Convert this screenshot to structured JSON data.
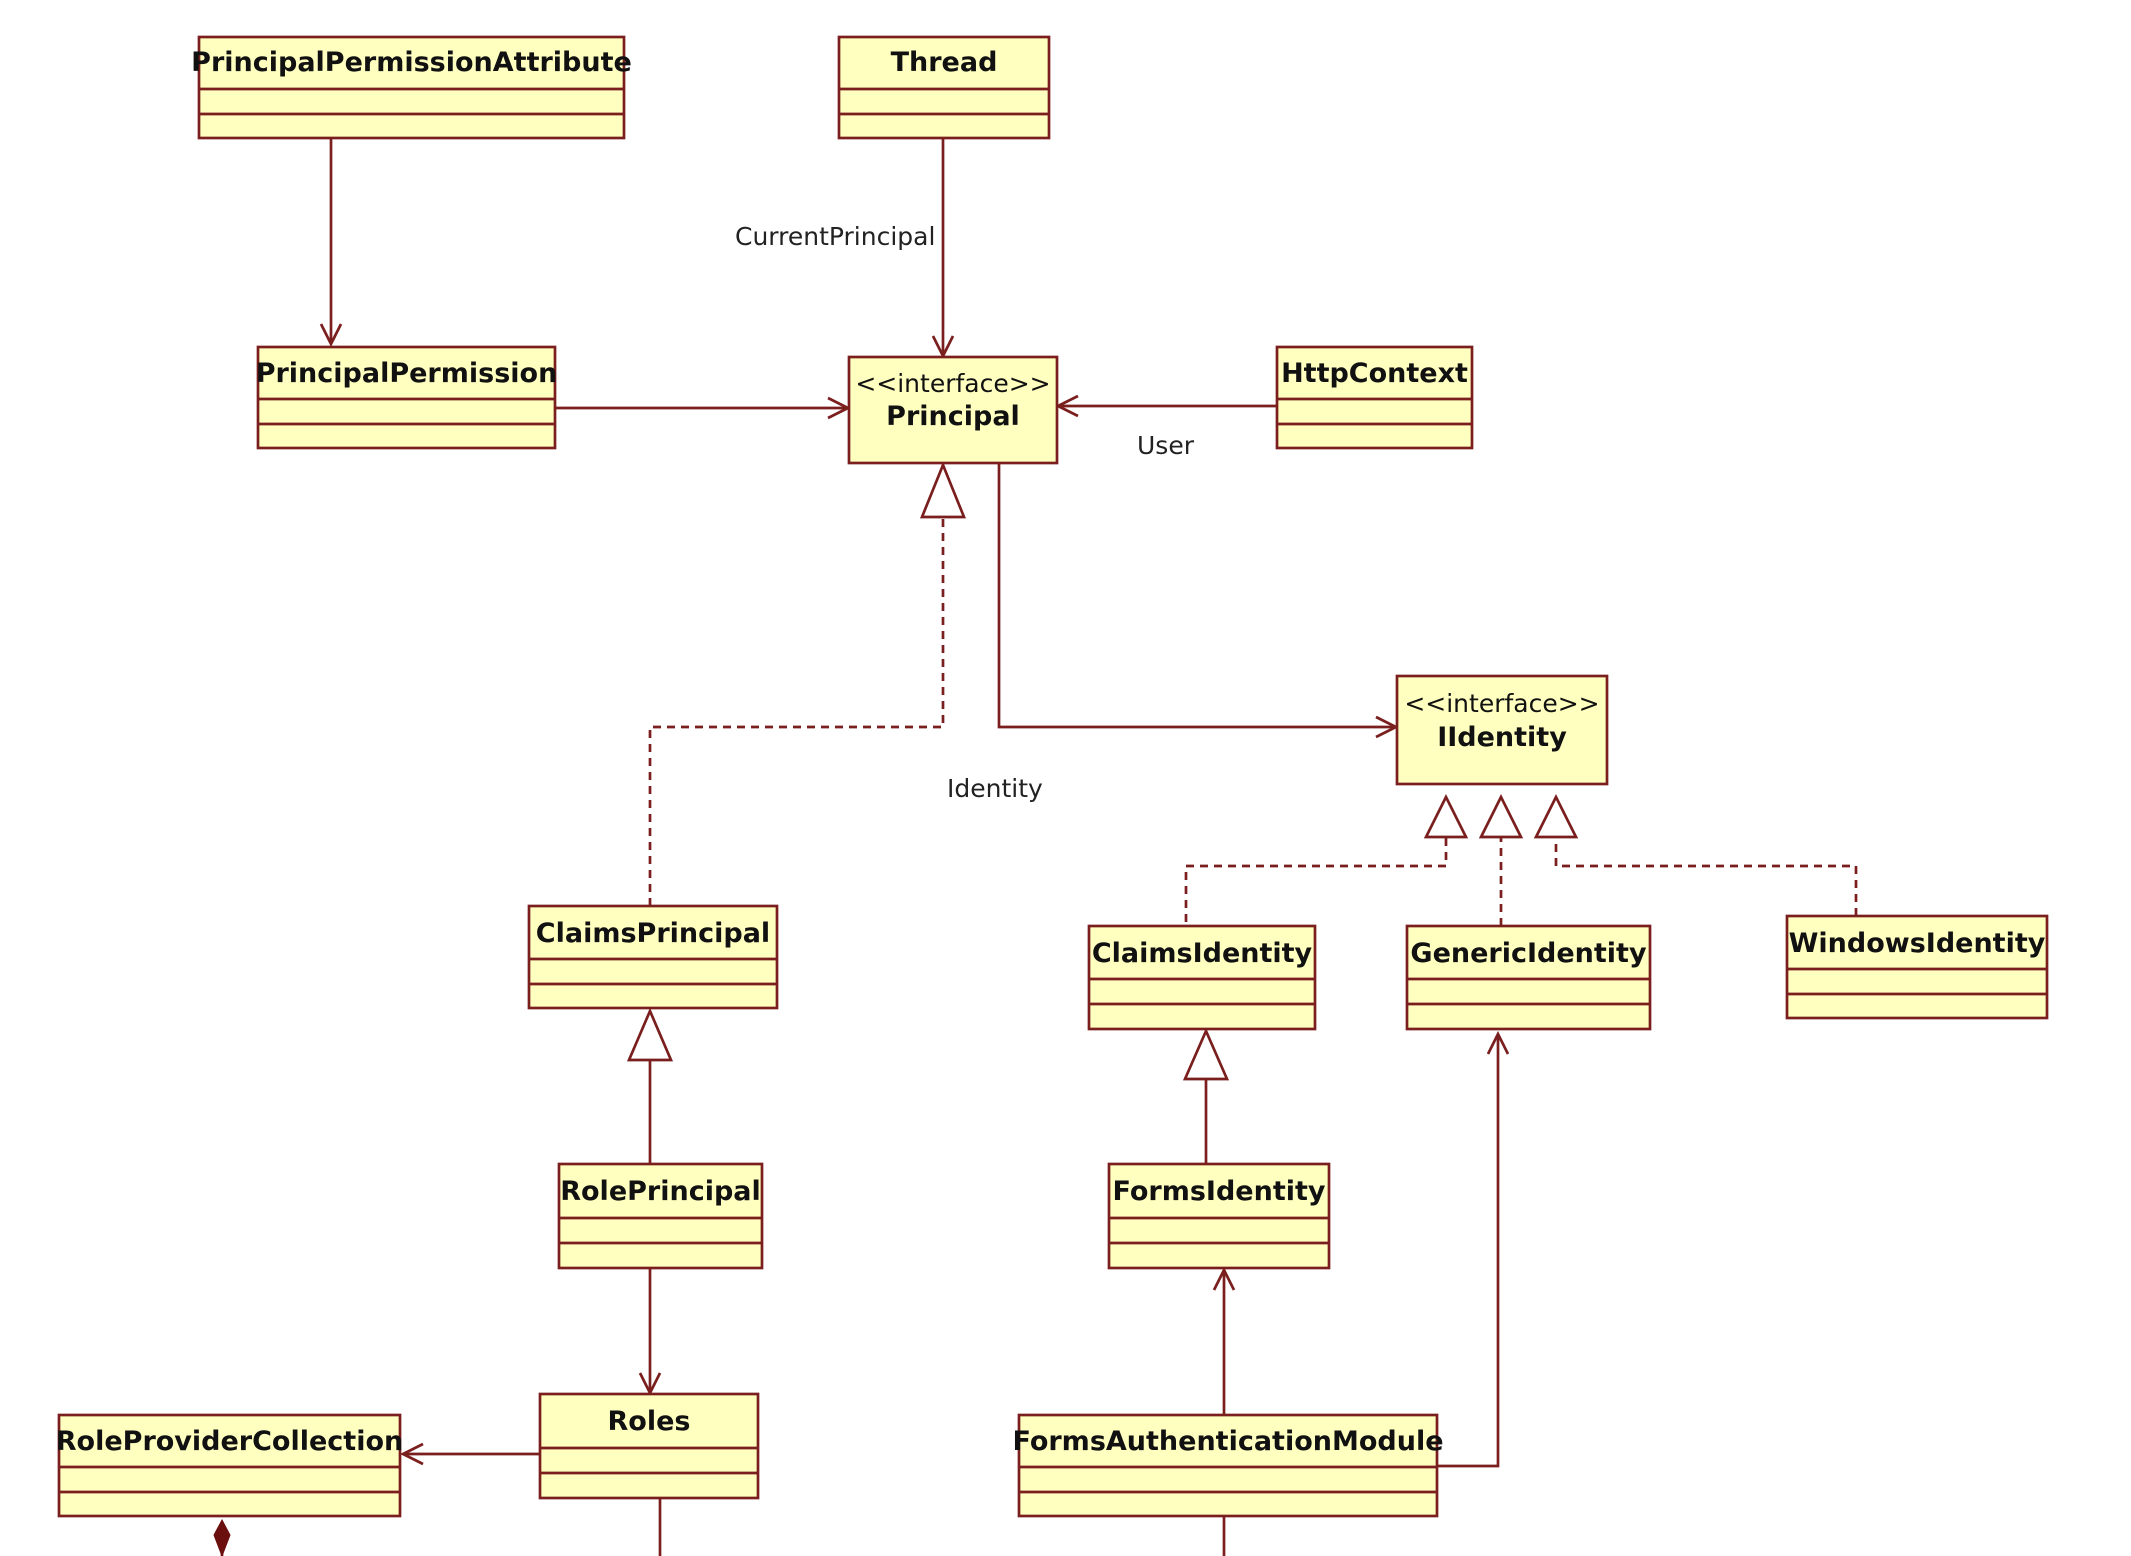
{
  "diagram": {
    "classes": {
      "principal_permission_attribute": {
        "name": "PrincipalPermissionAttribute"
      },
      "thread": {
        "name": "Thread"
      },
      "principal_permission": {
        "name": "PrincipalPermission"
      },
      "principal": {
        "stereotype": "<<interface>>",
        "name": "Principal"
      },
      "http_context": {
        "name": "HttpContext"
      },
      "iidentity": {
        "stereotype": "<<interface>>",
        "name": "IIdentity"
      },
      "claims_principal": {
        "name": "ClaimsPrincipal"
      },
      "claims_identity": {
        "name": "ClaimsIdentity"
      },
      "generic_identity": {
        "name": "GenericIdentity"
      },
      "windows_identity": {
        "name": "WindowsIdentity"
      },
      "role_principal": {
        "name": "RolePrincipal"
      },
      "forms_identity": {
        "name": "FormsIdentity"
      },
      "roles": {
        "name": "Roles"
      },
      "role_provider_collection": {
        "name": "RoleProviderCollection"
      },
      "forms_authentication_module": {
        "name": "FormsAuthenticationModule"
      }
    },
    "edge_labels": {
      "current_principal": "CurrentPrincipal",
      "user": "User",
      "identity": "Identity"
    },
    "colors": {
      "class_fill": "#ffffc0",
      "line": "#7a1e1e",
      "composition": "#6b0f0f"
    }
  }
}
